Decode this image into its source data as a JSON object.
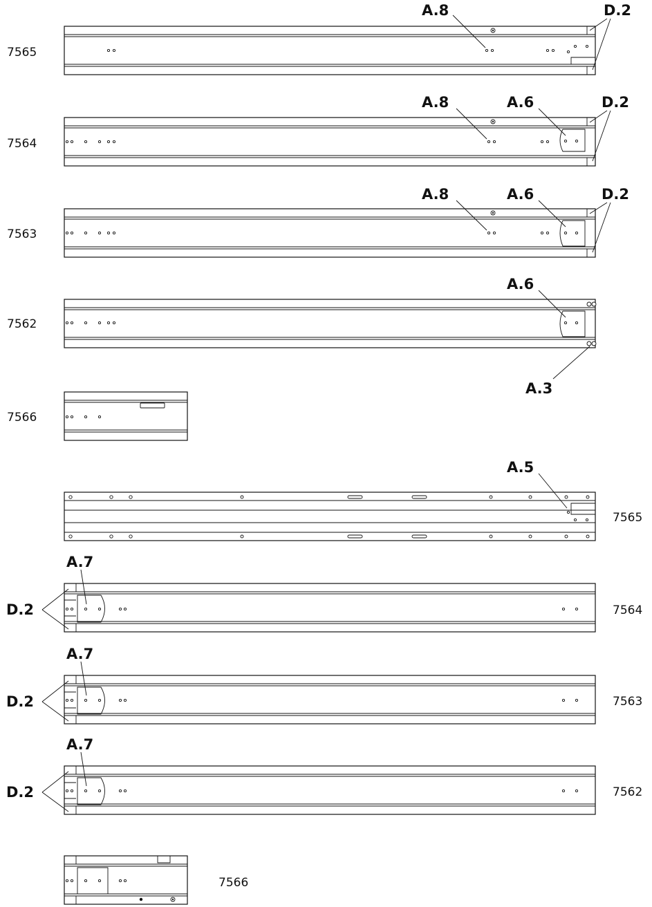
{
  "part_labels": {
    "r1": "7565",
    "r2": "7564",
    "r3": "7563",
    "r4": "7562",
    "r5": "7566",
    "b1": "7565",
    "b2": "7564",
    "b3": "7563",
    "b4": "7562",
    "b5": "7566"
  },
  "callouts": {
    "a8": "A.8",
    "a6": "A.6",
    "a3": "A.3",
    "a5": "A.5",
    "a7": "A.7",
    "d2": "D.2"
  }
}
